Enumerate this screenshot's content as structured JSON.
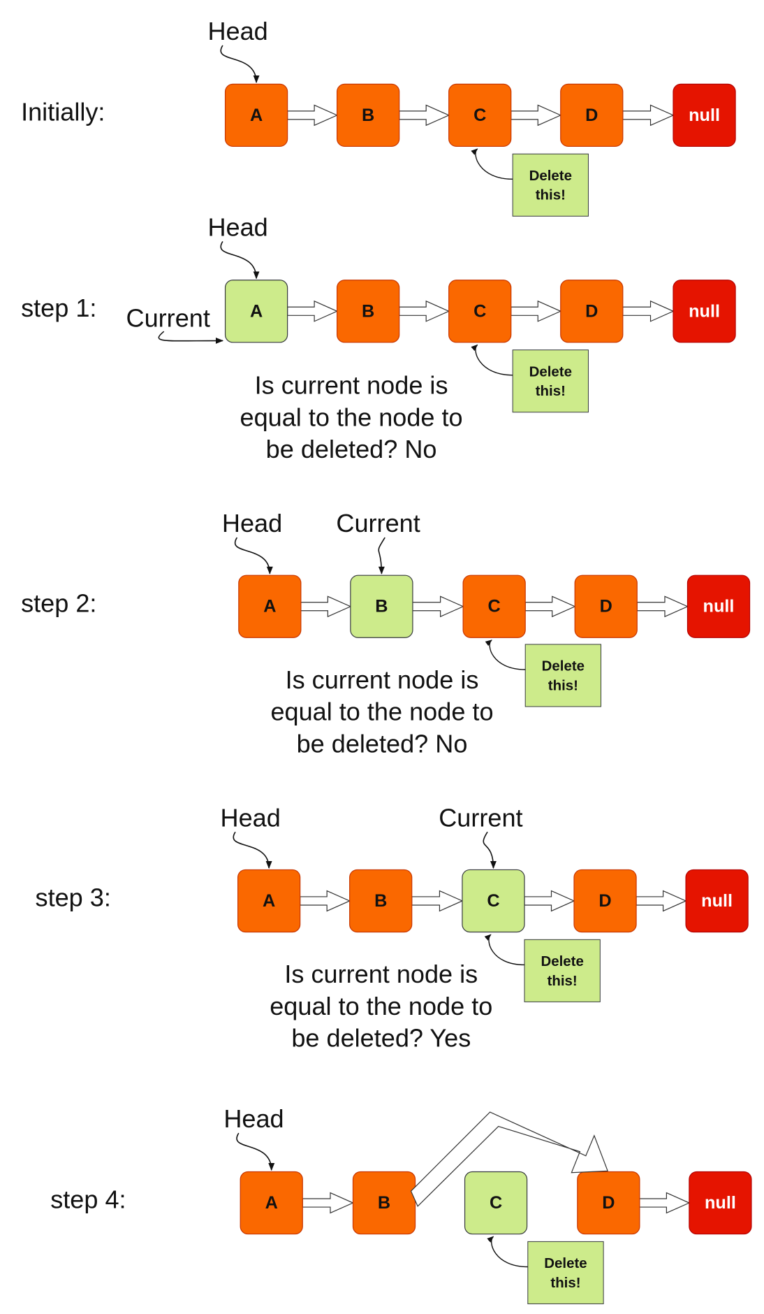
{
  "colors": {
    "node_default": "#FA6800",
    "node_current": "#CDEB8B",
    "null_node": "#E51400",
    "note_fill": "#CDEB8B"
  },
  "panels": [
    {
      "step_label": "Initially:",
      "nodes": [
        {
          "label": "A",
          "state": "default"
        },
        {
          "label": "B",
          "state": "default"
        },
        {
          "label": "C",
          "state": "default"
        },
        {
          "label": "D",
          "state": "default"
        },
        {
          "label": "null",
          "state": "null"
        }
      ],
      "head_label": "Head",
      "current_label": "",
      "note": {
        "line1": "Delete",
        "line2": "this!"
      },
      "question": []
    },
    {
      "step_label": "step 1:",
      "nodes": [
        {
          "label": "A",
          "state": "current"
        },
        {
          "label": "B",
          "state": "default"
        },
        {
          "label": "C",
          "state": "default"
        },
        {
          "label": "D",
          "state": "default"
        },
        {
          "label": "null",
          "state": "null"
        }
      ],
      "head_label": "Head",
      "current_label": "Current",
      "note": {
        "line1": "Delete",
        "line2": "this!"
      },
      "question": [
        "Is current node is",
        "equal to the node to",
        "be deleted? No"
      ]
    },
    {
      "step_label": "step 2:",
      "nodes": [
        {
          "label": "A",
          "state": "default"
        },
        {
          "label": "B",
          "state": "current"
        },
        {
          "label": "C",
          "state": "default"
        },
        {
          "label": "D",
          "state": "default"
        },
        {
          "label": "null",
          "state": "null"
        }
      ],
      "head_label": "Head",
      "current_label": "Current",
      "note": {
        "line1": "Delete",
        "line2": "this!"
      },
      "question": [
        "Is current node is",
        "equal to the node to",
        "be deleted? No"
      ]
    },
    {
      "step_label": "step 3:",
      "nodes": [
        {
          "label": "A",
          "state": "default"
        },
        {
          "label": "B",
          "state": "default"
        },
        {
          "label": "C",
          "state": "current"
        },
        {
          "label": "D",
          "state": "default"
        },
        {
          "label": "null",
          "state": "null"
        }
      ],
      "head_label": "Head",
      "current_label": "Current",
      "note": {
        "line1": "Delete",
        "line2": "this!"
      },
      "question": [
        "Is current node is",
        "equal to the node to",
        "be deleted? Yes"
      ]
    },
    {
      "step_label": "step 4:",
      "nodes": [
        {
          "label": "A",
          "state": "default"
        },
        {
          "label": "B",
          "state": "default"
        },
        {
          "label": "C",
          "state": "current"
        },
        {
          "label": "D",
          "state": "default"
        },
        {
          "label": "null",
          "state": "null"
        }
      ],
      "head_label": "Head",
      "current_label": "",
      "note": {
        "line1": "Delete",
        "line2": "this!"
      },
      "question": []
    }
  ]
}
